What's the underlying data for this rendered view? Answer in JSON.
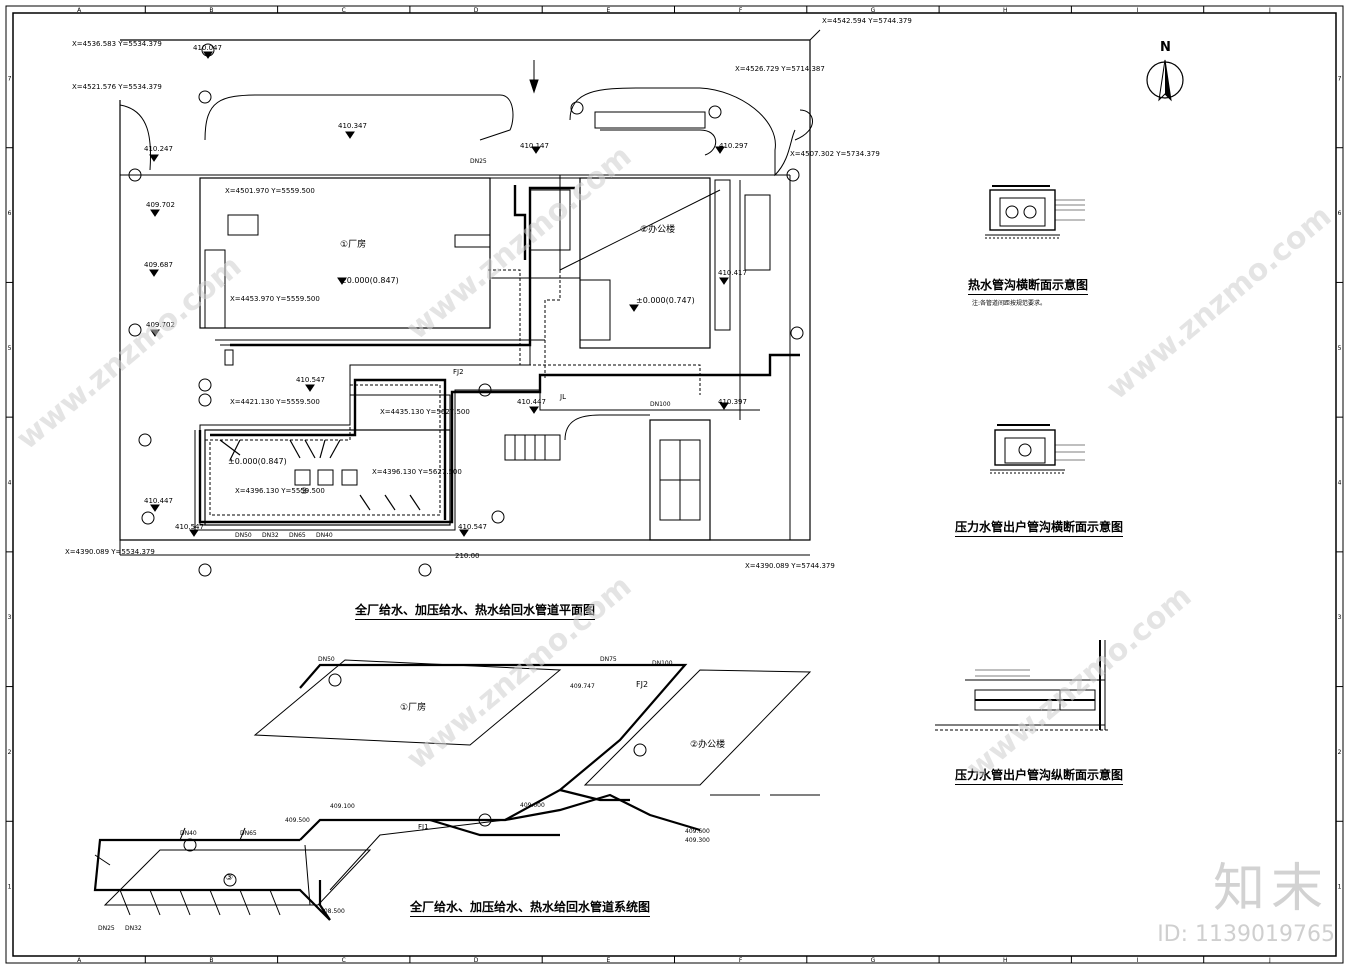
{
  "grid": {
    "columns": [
      "A",
      "B",
      "C",
      "D",
      "E",
      "F",
      "G",
      "H",
      "I",
      "J"
    ],
    "rows": [
      "7",
      "6",
      "5",
      "4",
      "3",
      "2",
      "1"
    ]
  },
  "north_label": "N",
  "plan": {
    "title": "全厂给水、加压给水、热水给回水管道平面图",
    "buildings": [
      {
        "label": "①厂房",
        "elevation": "±0.000(0.847)"
      },
      {
        "label": "②办公楼",
        "elevation": "±0.000(0.747)"
      },
      {
        "label": "③",
        "elevation": "±0.000(0.847)"
      }
    ],
    "coordinates": [
      "X=4536.583 Y=5534.379",
      "X=4521.576 Y=5534.379",
      "X=4542.594 Y=5744.379",
      "X=4526.729 Y=5714.387",
      "X=4507.302 Y=5734.379",
      "X=4501.970 Y=5559.500",
      "X=4453.970 Y=5559.500",
      "X=4421.130 Y=5559.500",
      "X=4435.130 Y=5627.500",
      "X=4396.130 Y=5627.500",
      "X=4396.130 Y=5559.500",
      "X=4390.089 Y=5534.379",
      "X=4390.089 Y=5744.379"
    ],
    "elevations": [
      "410.047",
      "410.347",
      "410.247",
      "410.147",
      "410.297",
      "409.702",
      "409.687",
      "409.702",
      "410.417",
      "410.547",
      "410.447",
      "410.397",
      "410.447",
      "410.547",
      "410.547"
    ],
    "pipe_labels": [
      "DN25",
      "DN100",
      "DN50",
      "DN32",
      "DN65",
      "DN40",
      "FJ2",
      "JL"
    ],
    "dimension": "210.00"
  },
  "system": {
    "title": "全厂给水、加压给水、热水给回水管道系统图",
    "building_labels": [
      "①厂房",
      "②办公楼",
      "③"
    ],
    "levels": [
      "409.100",
      "409.500",
      "409.600",
      "409.747",
      "409.300",
      "408.500",
      "409.000"
    ],
    "pipe_labels": [
      "DN100",
      "DN75",
      "DN50",
      "DN65",
      "DN40",
      "DN32",
      "DN25",
      "FJ2",
      "FJ1"
    ]
  },
  "sections": [
    {
      "title": "热水管沟横断面示意图",
      "note": "注:各管道间距按规范要求。"
    },
    {
      "title": "压力水管出户管沟横断面示意图"
    },
    {
      "title": "压力水管出户管沟纵断面示意图"
    }
  ],
  "watermark": {
    "site": "www.znzmo.com",
    "brand": "知末",
    "id": "ID: 1139019765"
  },
  "colors": {
    "line": "#000000",
    "watermark": "#cccccc",
    "background": "#ffffff"
  }
}
